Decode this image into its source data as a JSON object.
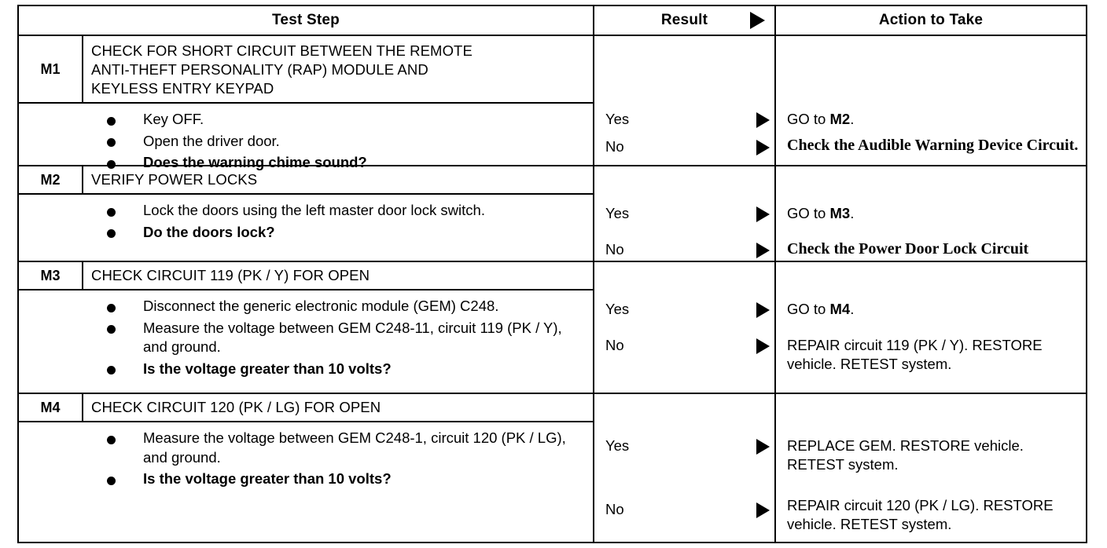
{
  "table": {
    "headers": {
      "test_step": "Test Step",
      "result": "Result",
      "action": "Action to Take",
      "result_arrow_icon": "triangle-right-icon"
    },
    "steps": [
      {
        "id": "M1",
        "title": "CHECK FOR SHORT CIRCUIT BETWEEN THE REMOTE\nANTI-THEFT PERSONALITY (RAP) MODULE AND\nKEYLESS ENTRY KEYPAD",
        "bullets": [
          {
            "text": "Key OFF.",
            "bold": false
          },
          {
            "text": "Open the driver door.",
            "bold": false
          },
          {
            "text": "Does the warning chime sound?",
            "bold": true
          }
        ],
        "results": [
          {
            "label": "Yes",
            "arrow_icon": "triangle-right-icon"
          },
          {
            "label": "No",
            "arrow_icon": "triangle-right-icon"
          }
        ],
        "actions": [
          {
            "prefix": "GO to ",
            "emphasis": "M2",
            "suffix": ".",
            "style": "sans"
          },
          {
            "text": "Check the Audible Warning Device Circuit.",
            "style": "serif-bold"
          }
        ]
      },
      {
        "id": "M2",
        "title": "VERIFY POWER LOCKS",
        "bullets": [
          {
            "text": "Lock the doors using the left master door lock switch.",
            "bold": false
          },
          {
            "text": "Do the doors lock?",
            "bold": true
          }
        ],
        "results": [
          {
            "label": "Yes",
            "arrow_icon": "triangle-right-icon"
          },
          {
            "label": "No",
            "arrow_icon": "triangle-right-icon"
          }
        ],
        "actions": [
          {
            "prefix": "GO to ",
            "emphasis": "M3",
            "suffix": ".",
            "style": "sans"
          },
          {
            "text": "Check the Power Door Lock Circuit",
            "style": "serif-bold"
          }
        ]
      },
      {
        "id": "M3",
        "title": "CHECK CIRCUIT 119 (PK / Y) FOR OPEN",
        "bullets": [
          {
            "text": "Disconnect the generic electronic module (GEM) C248.",
            "bold": false
          },
          {
            "text": "Measure the voltage between GEM C248-11, circuit 119 (PK / Y), and ground.",
            "bold": false
          },
          {
            "text": "Is the voltage greater than 10 volts?",
            "bold": true
          }
        ],
        "results": [
          {
            "label": "Yes",
            "arrow_icon": "triangle-right-icon"
          },
          {
            "label": "No",
            "arrow_icon": "triangle-right-icon"
          }
        ],
        "actions": [
          {
            "prefix": "GO to ",
            "emphasis": "M4",
            "suffix": ".",
            "style": "sans"
          },
          {
            "text": "REPAIR circuit 119 (PK / Y). RESTORE vehicle. RETEST system.",
            "style": "sans"
          }
        ]
      },
      {
        "id": "M4",
        "title": "CHECK CIRCUIT 120 (PK / LG) FOR OPEN",
        "bullets": [
          {
            "text": "Measure the voltage between GEM C248-1, circuit 120 (PK / LG), and ground.",
            "bold": false
          },
          {
            "text": "Is the voltage greater than 10 volts?",
            "bold": true
          }
        ],
        "results": [
          {
            "label": "Yes",
            "arrow_icon": "triangle-right-icon"
          },
          {
            "label": "No",
            "arrow_icon": "triangle-right-icon"
          }
        ],
        "actions": [
          {
            "text": "REPLACE GEM. RESTORE vehicle. RETEST system.",
            "style": "sans"
          },
          {
            "text": "REPAIR circuit 120 (PK / LG). RESTORE vehicle. RETEST system.",
            "style": "sans"
          }
        ]
      }
    ]
  },
  "colors": {
    "ink": "#000000",
    "paper": "#ffffff"
  }
}
